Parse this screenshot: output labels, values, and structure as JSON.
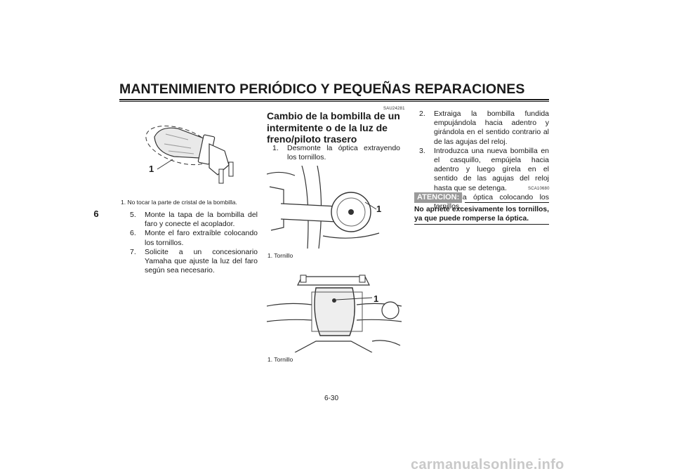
{
  "header": {
    "title": "MANTENIMIENTO PERIÓDICO Y PEQUEÑAS REPARACIONES",
    "chapter_tab": "6"
  },
  "left": {
    "fig_callout": "1",
    "caption": "1.  No tocar la parte de cristal de la bombilla.",
    "steps": [
      {
        "num": "5.",
        "text": "Monte la tapa de la bombilla del faro y conecte el acoplador."
      },
      {
        "num": "6.",
        "text": "Monte el faro extraíble colocando los tornillos."
      },
      {
        "num": "7.",
        "text": "Solicite a un concesionario Yamaha que ajuste la luz del faro según sea necesario."
      }
    ]
  },
  "middle": {
    "code": "SAU24281",
    "title": "Cambio de la bombilla de un intermitente o de la luz de freno/piloto trasero",
    "step1_num": "1.",
    "step1_text": "Desmonte la óptica extrayendo los tornillos.",
    "fig1_callout": "1",
    "fig1_caption": "1.  Tornillo",
    "fig2_callout": "1",
    "fig2_caption": "1.  Tornillo"
  },
  "right": {
    "steps": [
      {
        "num": "2.",
        "text": "Extraiga la bombilla fundida empujándola hacia adentro y girándola en el sentido contrario al de las agujas del reloj."
      },
      {
        "num": "3.",
        "text": "Introduzca una nueva bombilla en el casquillo, empújela hacia adentro y luego gírela en el sentido de las agujas del reloj hasta que se detenga."
      },
      {
        "num": "4.",
        "text": "Monte la óptica colocando los tornillos."
      }
    ],
    "code": "SCA10680",
    "atencion_label": "ATENCION:",
    "atencion_text": "No apriete excesivamente los tornillos, ya que puede romperse la óptica."
  },
  "footer": {
    "page": "6-30",
    "watermark": "carmanualsonline.info"
  }
}
